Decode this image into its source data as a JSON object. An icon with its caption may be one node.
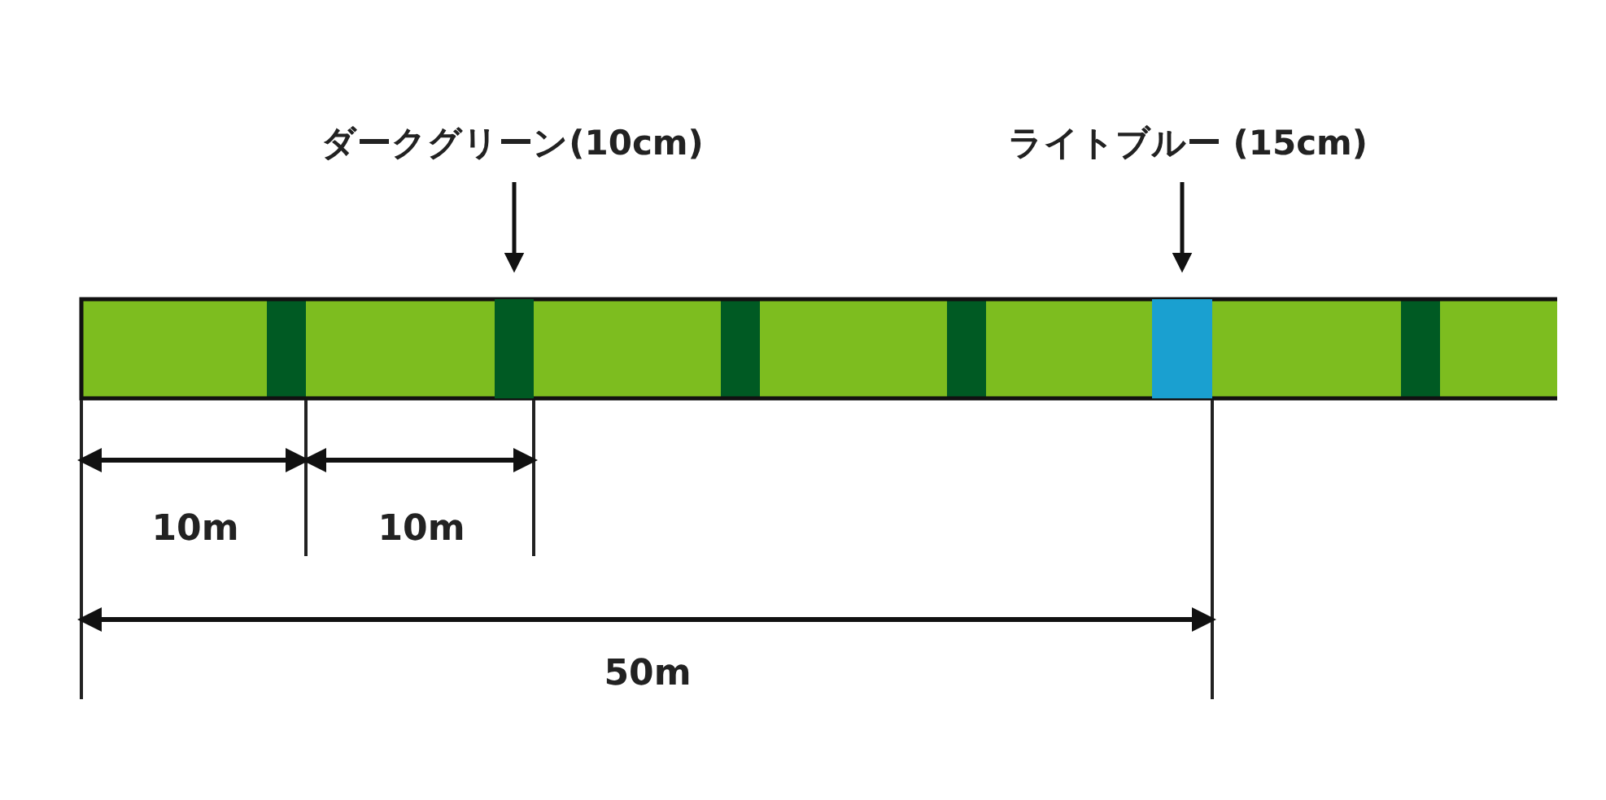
{
  "diagram": {
    "nodes": [
      {
        "text": [
          "ダークグリーン(10cm)"
        ]
      },
      {
        "text": [
          "ライトブルー (15cm)"
        ]
      },
      {
        "text": [],
        "shape": "bar"
      },
      {
        "text": [],
        "shape": "bar"
      }
    ],
    "edges": [
      {
        "from": 0,
        "to": 2,
        "arrow": "to"
      },
      {
        "from": 1,
        "to": 3,
        "arrow": "to"
      }
    ],
    "labels": [
      "10m",
      "10m",
      "50m"
    ]
  }
}
